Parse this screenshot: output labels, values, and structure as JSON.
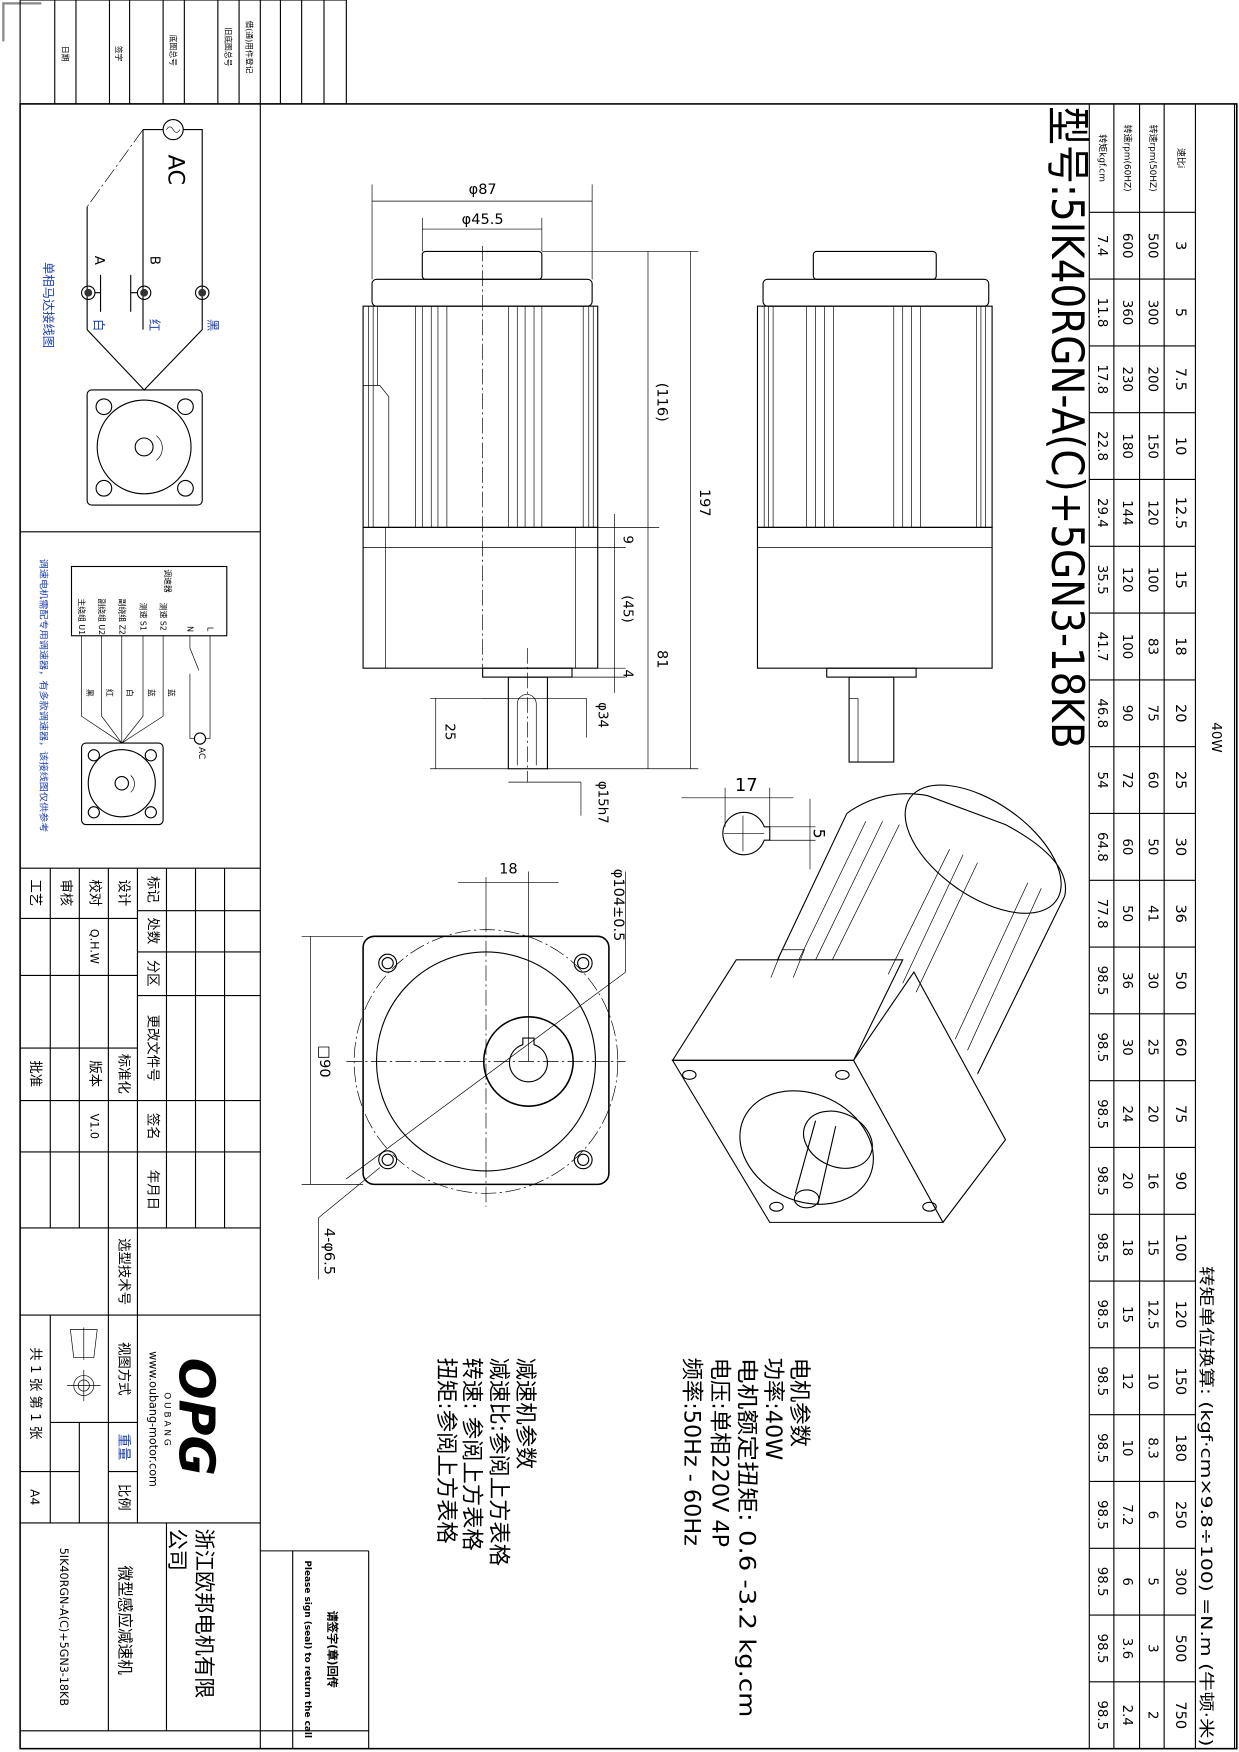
{
  "registration_strip": [
    "日期",
    "签字",
    "底图总号",
    "旧底图总号",
    "借(通)用件登记"
  ],
  "title": "型号:5IK40RGN-A(C)+5GN3-18KB",
  "table": {
    "power_header": "40W",
    "conversion_note": "转矩单位换算: (kgf·cm×9.8÷100) =N.m (牛顿·米)",
    "row_labels": [
      "速比i",
      "转速rpm(50HZ)",
      "转速rpm(60HZ)",
      "转矩kgf.cm"
    ],
    "ratio": [
      "3",
      "5",
      "7.5",
      "10",
      "12.5",
      "15",
      "18",
      "20",
      "25",
      "30",
      "36",
      "50",
      "60",
      "75",
      "90",
      "100",
      "120",
      "150",
      "180",
      "250",
      "300",
      "500",
      "750"
    ],
    "rpm_50hz": [
      "500",
      "300",
      "200",
      "150",
      "120",
      "100",
      "83",
      "75",
      "60",
      "50",
      "41",
      "30",
      "25",
      "20",
      "16",
      "15",
      "12.5",
      "10",
      "8.3",
      "6",
      "5",
      "3",
      "2"
    ],
    "rpm_60hz": [
      "600",
      "360",
      "230",
      "180",
      "144",
      "120",
      "100",
      "90",
      "72",
      "60",
      "50",
      "36",
      "30",
      "24",
      "20",
      "18",
      "15",
      "12",
      "10",
      "7.2",
      "6",
      "3.6",
      "2.4"
    ],
    "torque": [
      "7.4",
      "11.8",
      "17.8",
      "22.8",
      "29.4",
      "35.5",
      "41.7",
      "46.8",
      "54",
      "64.8",
      "77.8",
      "98.5",
      "98.5",
      "98.5",
      "98.5",
      "98.5",
      "98.5",
      "98.5",
      "98.5",
      "98.5",
      "98.5",
      "98.5",
      "98.5"
    ]
  },
  "dimensions": {
    "d87": "φ87",
    "d45_5": "φ45.5",
    "l116": "(116)",
    "l197": "197",
    "l81": "81",
    "l9": "9",
    "l45": "(45)",
    "l4": "4",
    "d34": "φ34",
    "l25": "25",
    "d15h7": "φ15h7",
    "key17": "17",
    "key5": "5",
    "w18": "18",
    "sq90": "□90",
    "d104": "φ104±0.5",
    "holes": "4-φ6.5"
  },
  "motor_params": {
    "heading": "电机参数",
    "power": "功率:40W",
    "rated_torque": "电机额定扭矩: 0.6 -3.2 kg.cm",
    "voltage": "电压:单相220V 4P",
    "frequency": "频率:50Hz - 60Hz"
  },
  "gearbox_params": {
    "heading": "减速机参数",
    "ratio": "减速比:参阅上方表格",
    "speed": "转速: 参阅上方表格",
    "torque": "扭矩:参阅上方表格"
  },
  "wiring1": {
    "ac": "AC",
    "a": "A",
    "b": "B",
    "white": "白",
    "red": "红",
    "black": "黑",
    "caption": "单相马达接线图"
  },
  "wiring2": {
    "controller": "调速器",
    "terminals": [
      "主绕组 U1",
      "副绕组 U2",
      "副绕组 Z2",
      "测速 S1",
      "测速 S2",
      "N",
      "L"
    ],
    "wire_colors": [
      "黑",
      "红",
      "白",
      "蓝",
      "蓝"
    ],
    "ac": "AC",
    "note": "调速电机需配专用调速器，有多款调速器，该接线图仅供参考"
  },
  "title_block": {
    "mark": "标记",
    "count": "处数",
    "zone": "分区",
    "change_doc": "更改文件号",
    "sign": "签名",
    "date": "年月日",
    "design": "设计",
    "check": "校对",
    "review": "审核",
    "process": "工艺",
    "checker_name": "Q.H.W",
    "standard": "标准化",
    "version_label": "版本",
    "version": "V1.0",
    "approve": "批准",
    "selection_no": "选型技术号",
    "view_method": "视图方式",
    "weight": "重量",
    "scale": "比例",
    "sheets": "共 1 张 第 1 张",
    "paper": "A4",
    "logo": "OPG",
    "logo_sub": "O U B A N G",
    "website": "www.oubang-motor.com",
    "company": "浙江欧邦电机有限",
    "company2": "公司",
    "product": "微型感应减速机",
    "model": "5IK40RGN-A(C)+5GN3-18KB"
  },
  "sign_box": {
    "cn": "请签字(章)回传",
    "en": "Please sign (seal) to return the call"
  }
}
